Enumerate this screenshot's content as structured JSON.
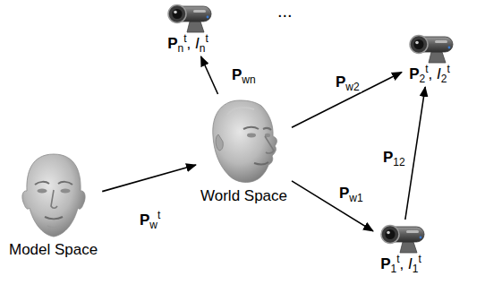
{
  "diagram": {
    "nodes": [
      {
        "text": [
          "Model Space"
        ]
      },
      {
        "text": [
          "World Space"
        ]
      },
      {
        "text": [
          "Pnt, Int"
        ]
      },
      {
        "text": [
          "P2t, I2t"
        ]
      },
      {
        "text": [
          "P1t, I1t"
        ]
      }
    ],
    "edges": [
      {
        "from": 0,
        "to": 1,
        "arrow": "to",
        "label": "Pwt"
      },
      {
        "from": 1,
        "to": 2,
        "arrow": "to",
        "label": "Pwn"
      },
      {
        "from": 1,
        "to": 3,
        "arrow": "to",
        "label": "Pw2"
      },
      {
        "from": 1,
        "to": 4,
        "arrow": "to",
        "label": "Pw1"
      },
      {
        "from": 4,
        "to": 3,
        "arrow": "to",
        "label": "P12"
      }
    ],
    "labels": [
      "..."
    ]
  }
}
